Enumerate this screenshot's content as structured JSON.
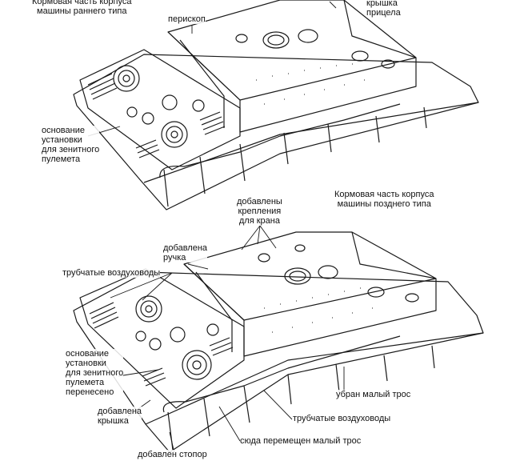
{
  "top_view": {
    "caption": [
      "Кормовая часть корпуса",
      "машины раннего типа"
    ],
    "labels": {
      "periscope": "перископ",
      "sight_cover": [
        "крышка",
        "прицела"
      ],
      "aa_mount_base": [
        "основание",
        "установки",
        "для зенитного",
        "пулемета"
      ]
    }
  },
  "bottom_view": {
    "caption": [
      "Кормовая часть корпуса",
      "машины позднего типа"
    ],
    "labels": {
      "crane_mounts": [
        "добавлены",
        "крепления",
        "для крана"
      ],
      "handle": [
        "добавлена",
        "ручка"
      ],
      "tubular_ducts_top": "трубчатые воздуховоды",
      "aa_mount_moved": [
        "основание",
        "установки",
        "для зенитного",
        "пулемета",
        "перенесено"
      ],
      "lid_added": [
        "добавлена",
        "крышка"
      ],
      "stopper_added": "добавлен стопор",
      "small_cable_removed": "убран малый трос",
      "tubular_ducts_bottom": "трубчатые воздуховоды",
      "small_cable_moved": "сюда перемещен малый трос"
    }
  }
}
